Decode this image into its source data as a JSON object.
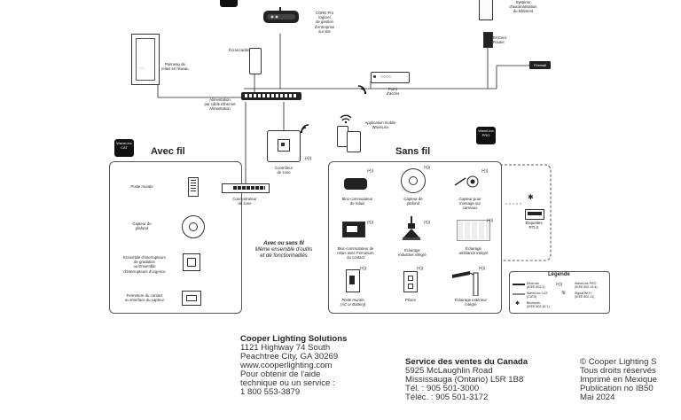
{
  "diagram": {
    "core": [
      "CORE Pro",
      "logiciel",
      "de gestion",
      "d'entreprise",
      "sur site"
    ],
    "bms": [
      "Système",
      "d'automatisation",
      "du bâtiment"
    ],
    "bacnet": [
      "BACnet",
      "Router"
    ],
    "touch": "Écran tactile",
    "relay_panel": [
      "Panneau de",
      "relais en réseau"
    ],
    "firewall": "Firewall",
    "access_point": [
      "Point",
      "d'accès"
    ],
    "poe": [
      "Alimentation",
      "par câble Ethernet",
      "Alimentation"
    ],
    "mobile": [
      "Application mobile",
      "WaveLinx"
    ],
    "zone_ctrl": [
      "Contrôleur",
      "de zone"
    ],
    "hub": [
      "Concentrateur",
      "de zone"
    ],
    "wired_title": "Avec fil",
    "wireless_title": "Sans fil",
    "badge_cat": [
      "WaveLinx",
      "CAT"
    ],
    "badge_pro": [
      "WaveLinx",
      "PRO"
    ],
    "wired_items": {
      "wall": "Poste murale",
      "ceil": [
        "Capteur de",
        "plafond"
      ],
      "dim": [
        "Ensemble d'interrupteurs",
        "de gradation",
        "ou Ensemble",
        "d'interrupteurs d'urgence"
      ],
      "contact": [
        "Fermeture du contact",
        "ou Interface du capteur"
      ]
    },
    "center": [
      "Avec ou sans fil",
      "Même ensemble d'outils",
      "et de fonctionnalités"
    ],
    "wl_items": {
      "relay": [
        "Bloc-commutateur",
        "de relais"
      ],
      "ceil": [
        "Capteur de",
        "plafond"
      ],
      "tile": [
        "Capteur pour",
        "montage sur",
        "carreaux"
      ],
      "rtls": [
        "Étiquettes",
        "RTLS"
      ],
      "contact_relay": [
        "Bloc-commutateur de",
        "relais avec Fermeture",
        "du contact"
      ],
      "industrial": [
        "Éclairage",
        "industriel intégré"
      ],
      "ambient": [
        "Éclairage",
        "ambiance intégré"
      ],
      "wall": [
        "Poste murale",
        "(AC or Battery)"
      ],
      "outlets": "Prises",
      "exterior": [
        "Éclairage extérieur",
        "intégré"
      ]
    },
    "legend": {
      "title": "Légende",
      "ethernet": [
        "Ethernet",
        "(IEEE 802.3)"
      ],
      "wl_pro": [
        "WaveLinx PRO",
        "(IEEE 802.15.4)"
      ],
      "wl_cat": [
        "WaveLinx CAT",
        "(CAT5)"
      ],
      "wifi": [
        "Signal Wi-Fi",
        "(IEEE 802.11)"
      ],
      "bt": [
        "Bluetooth",
        "(IEEE 802.15.1)"
      ]
    }
  },
  "footer": {
    "col1": [
      "Cooper Lighting Solutions",
      "1121 Highway 74 South",
      "Peachtree City, GA 30269",
      "www.cooperlighting.com",
      "Pour obtenir de l'aide",
      "technique ou un service :",
      "1 800 553-3879"
    ],
    "col2": [
      "Service des ventes du Canada",
      "5925 McLaughlin Road",
      "Mississauga (Ontario)  L5R 1B8",
      "Tél. : 905 501-3000",
      "Téléc. : 905 501-3172"
    ],
    "col3": [
      "© Cooper Lighting S",
      "Tous droits réservés",
      "Imprimé en Mexique",
      "Publication no IB50",
      "Mai 2024"
    ]
  }
}
